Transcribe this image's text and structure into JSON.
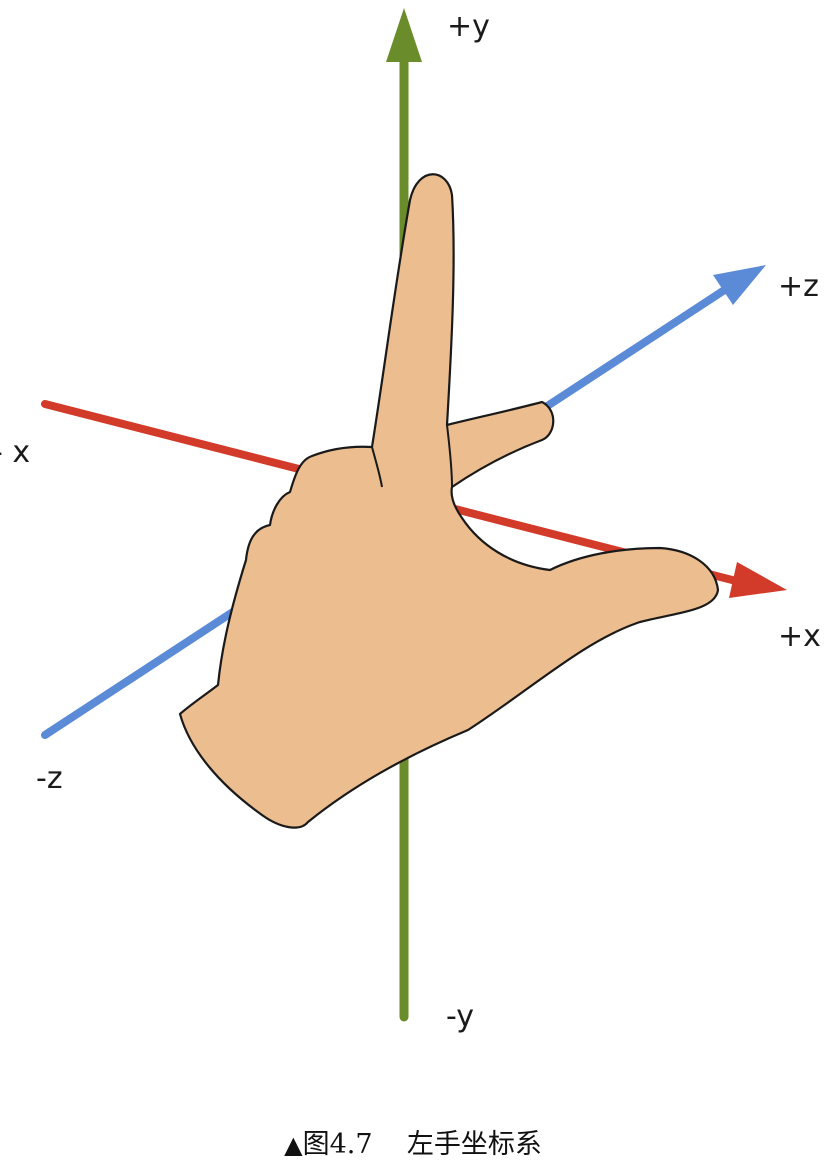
{
  "axes": {
    "pos_y": "+y",
    "neg_y": "-y",
    "pos_z": "+z",
    "neg_z": "-z",
    "pos_x": "+x",
    "neg_x": "- x"
  },
  "colors": {
    "y_axis": "#6b8c2a",
    "z_axis": "#5b8bd6",
    "x_axis": "#d23a2a",
    "hand_fill": "#ecbd8f",
    "hand_outline": "#1a1a1a"
  },
  "caption": {
    "marker": "▲",
    "figure_number": "图4.7",
    "title": "左手坐标系"
  }
}
